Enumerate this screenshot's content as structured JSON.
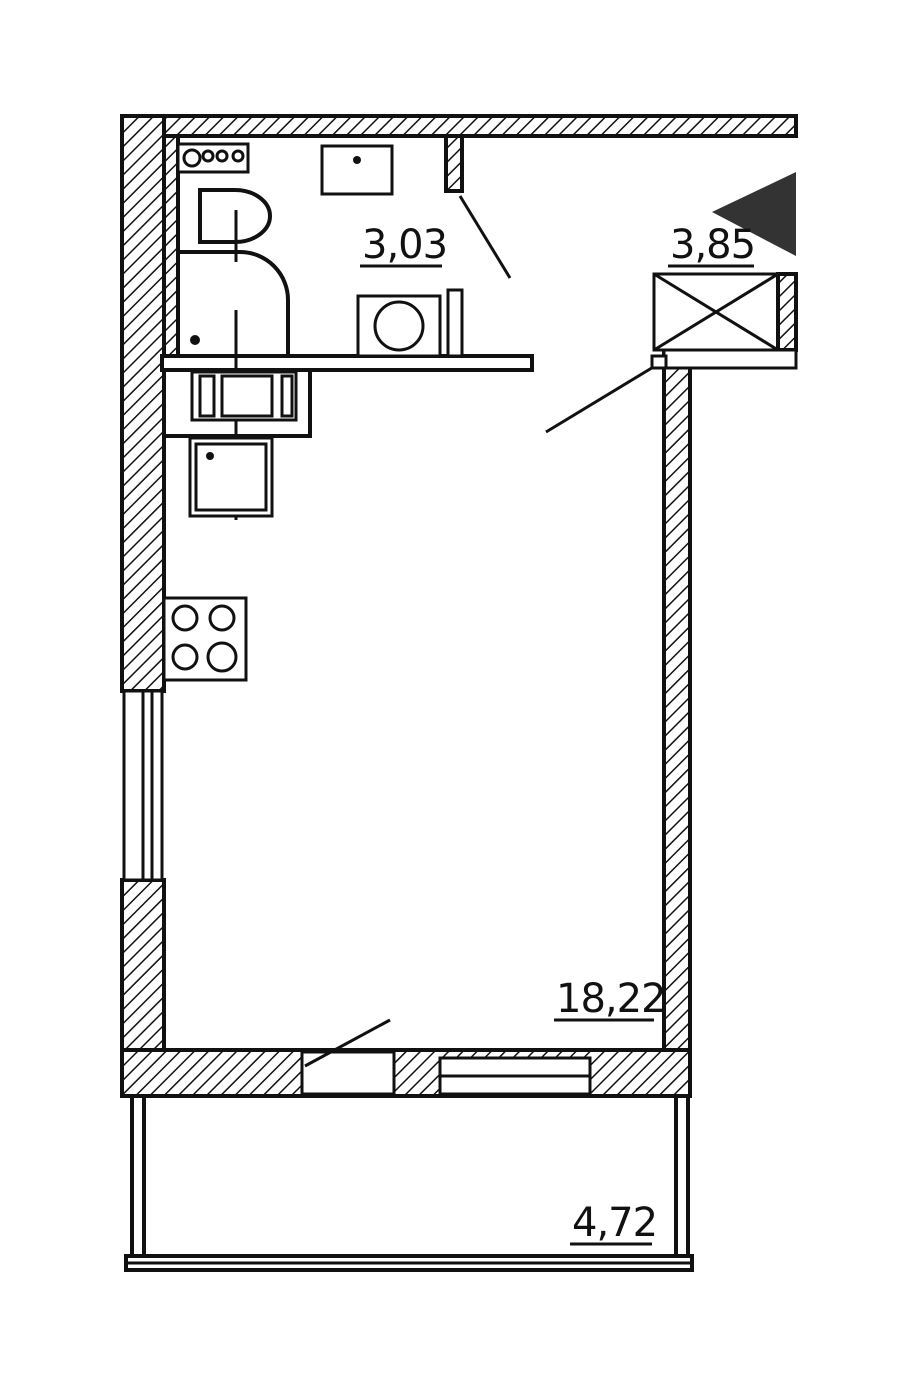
{
  "rooms": [
    {
      "id": "bathroom",
      "area": "3,03"
    },
    {
      "id": "hallway",
      "area": "3,85"
    },
    {
      "id": "living",
      "area": "18,22"
    },
    {
      "id": "balcony",
      "area": "4,72"
    }
  ],
  "colors": {
    "line": "#111111",
    "background": "#ffffff",
    "north_marker": "#333333"
  }
}
